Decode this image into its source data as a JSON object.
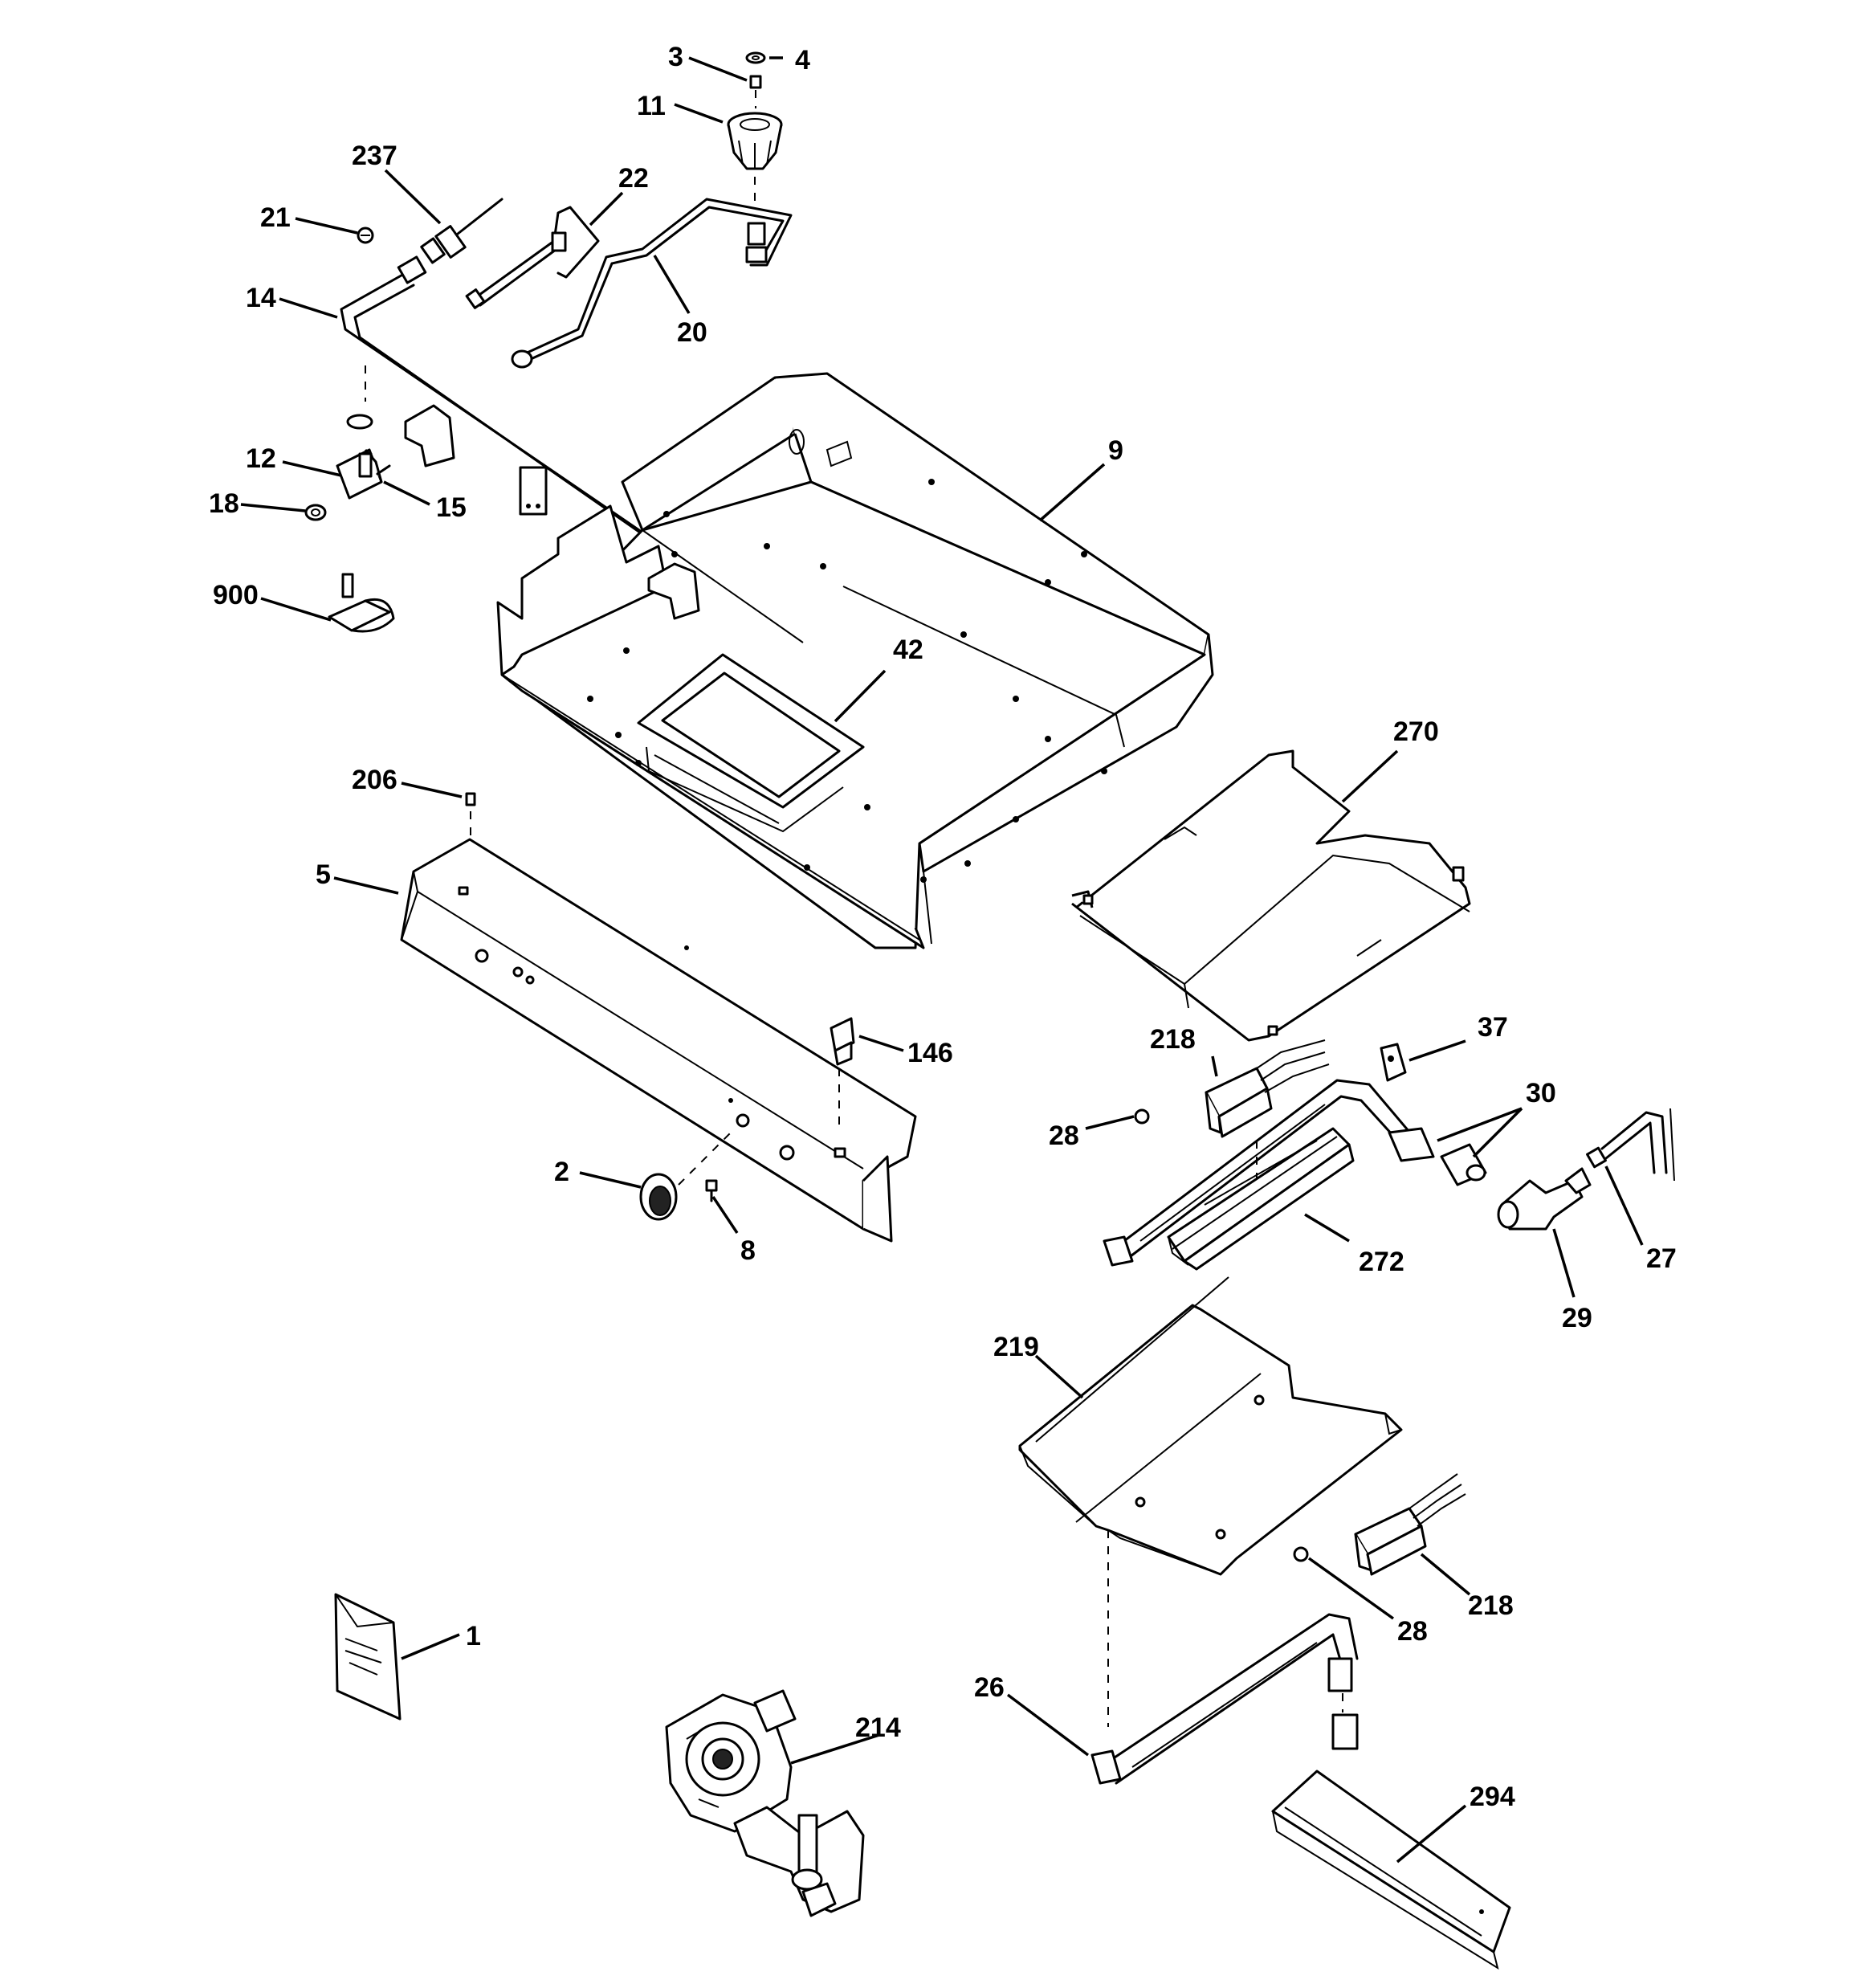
{
  "callouts": [
    {
      "id": "c3",
      "text": "3"
    },
    {
      "id": "c4",
      "text": "4"
    },
    {
      "id": "c11",
      "text": "11"
    },
    {
      "id": "c237",
      "text": "237"
    },
    {
      "id": "c22",
      "text": "22"
    },
    {
      "id": "c21",
      "text": "21"
    },
    {
      "id": "c14",
      "text": "14"
    },
    {
      "id": "c20",
      "text": "20"
    },
    {
      "id": "c9",
      "text": "9"
    },
    {
      "id": "c12",
      "text": "12"
    },
    {
      "id": "c18",
      "text": "18"
    },
    {
      "id": "c15",
      "text": "15"
    },
    {
      "id": "c900",
      "text": "900"
    },
    {
      "id": "c42",
      "text": "42"
    },
    {
      "id": "c270",
      "text": "270"
    },
    {
      "id": "c206",
      "text": "206"
    },
    {
      "id": "c5",
      "text": "5"
    },
    {
      "id": "c146",
      "text": "146"
    },
    {
      "id": "c218a",
      "text": "218"
    },
    {
      "id": "c37",
      "text": "37"
    },
    {
      "id": "c30",
      "text": "30"
    },
    {
      "id": "c28a",
      "text": "28"
    },
    {
      "id": "c2",
      "text": "2"
    },
    {
      "id": "c8",
      "text": "8"
    },
    {
      "id": "c272",
      "text": "272"
    },
    {
      "id": "c27",
      "text": "27"
    },
    {
      "id": "c29",
      "text": "29"
    },
    {
      "id": "c219",
      "text": "219"
    },
    {
      "id": "c218b",
      "text": "218"
    },
    {
      "id": "c28b",
      "text": "28"
    },
    {
      "id": "c1",
      "text": "1"
    },
    {
      "id": "c26",
      "text": "26"
    },
    {
      "id": "c214",
      "text": "214"
    },
    {
      "id": "c294",
      "text": "294"
    }
  ]
}
